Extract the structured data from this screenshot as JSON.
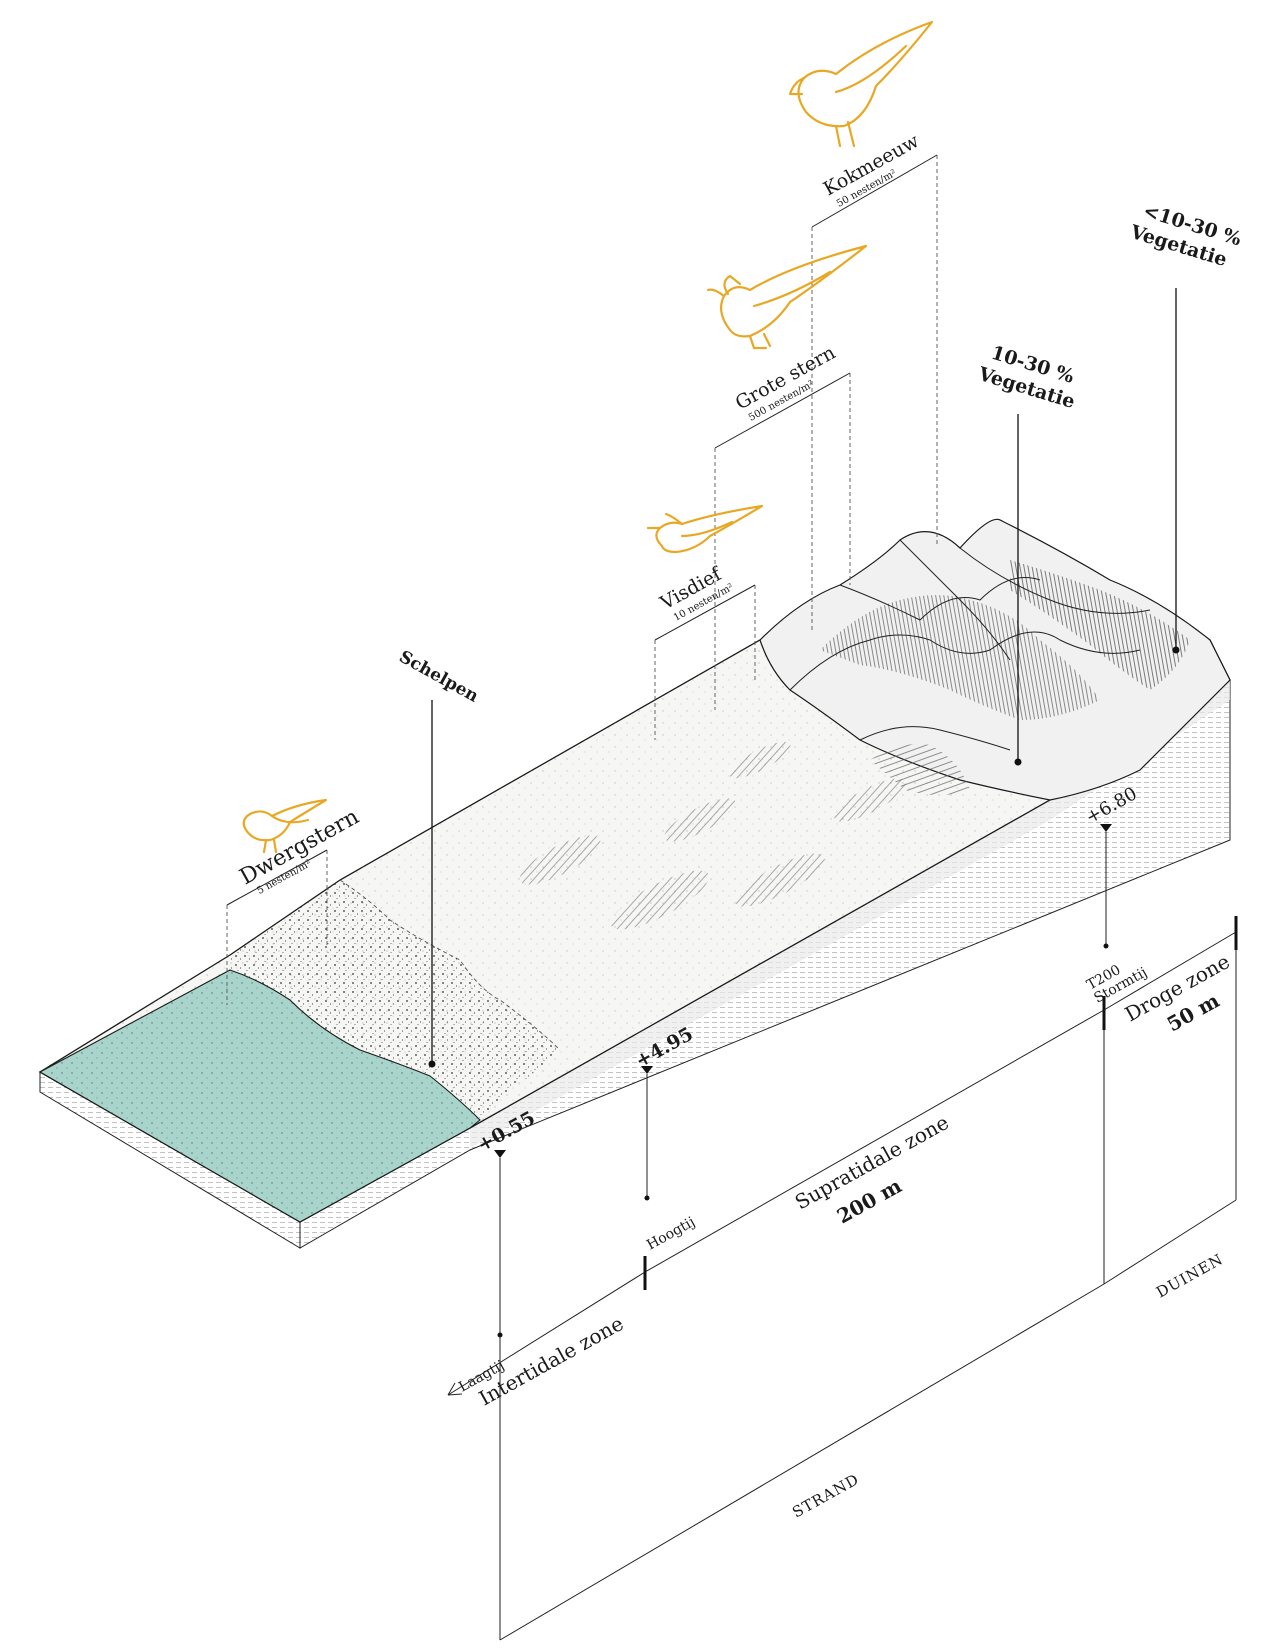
{
  "colors": {
    "water": "#a9d4cc",
    "bird": "#e8a825",
    "sand": "#f4f4f2",
    "ink": "#1a1a1a"
  },
  "birds": [
    {
      "name": "Dwergstern",
      "density": "5 nesten/m²"
    },
    {
      "name": "Visdief",
      "density": "10 nesten/m²"
    },
    {
      "name": "Grote stern",
      "density": "500 nesten/m²"
    },
    {
      "name": "Kokmeeuw",
      "density": "50 nesten/m²"
    }
  ],
  "labels": {
    "shells": "Schelpen",
    "veg1_pct": "10-30 %",
    "veg1_word": "Vegetatie",
    "veg2_pct": "<10-30 %",
    "veg2_word": "Vegetatie"
  },
  "elevations": {
    "low": "+0.55",
    "high": "+4.95",
    "storm": "+6.80"
  },
  "tides": {
    "low": "Laagtij",
    "high": "Hoogtij",
    "storm_code": "T200",
    "storm_word": "Stormtij"
  },
  "zones": {
    "intertidal": "Intertidale zone",
    "supratidal": "Supratidale zone",
    "supratidal_width": "200 m",
    "dry": "Droge zone",
    "dry_width": "50 m",
    "beach": "STRAND",
    "dunes": "DUINEN"
  },
  "icons": {
    "bird": "bird-icon"
  }
}
